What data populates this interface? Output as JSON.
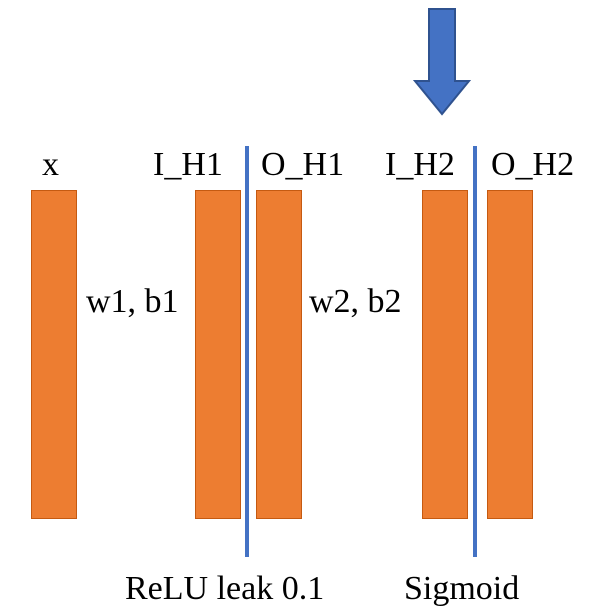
{
  "layers": {
    "x": "x",
    "i_h1": "I_H1",
    "o_h1": "O_H1",
    "i_h2": "I_H2",
    "o_h2": "O_H2"
  },
  "params": {
    "w1b1": "w1, b1",
    "w2b2": "w2, b2"
  },
  "activations": {
    "relu": "ReLU leak 0.1",
    "sigmoid": "Sigmoid"
  },
  "colors": {
    "bar_fill": "#ed7d31",
    "divider": "#4472c4",
    "arrow": "#4472c4"
  },
  "icons": {
    "pointer": "down-arrow-icon"
  }
}
